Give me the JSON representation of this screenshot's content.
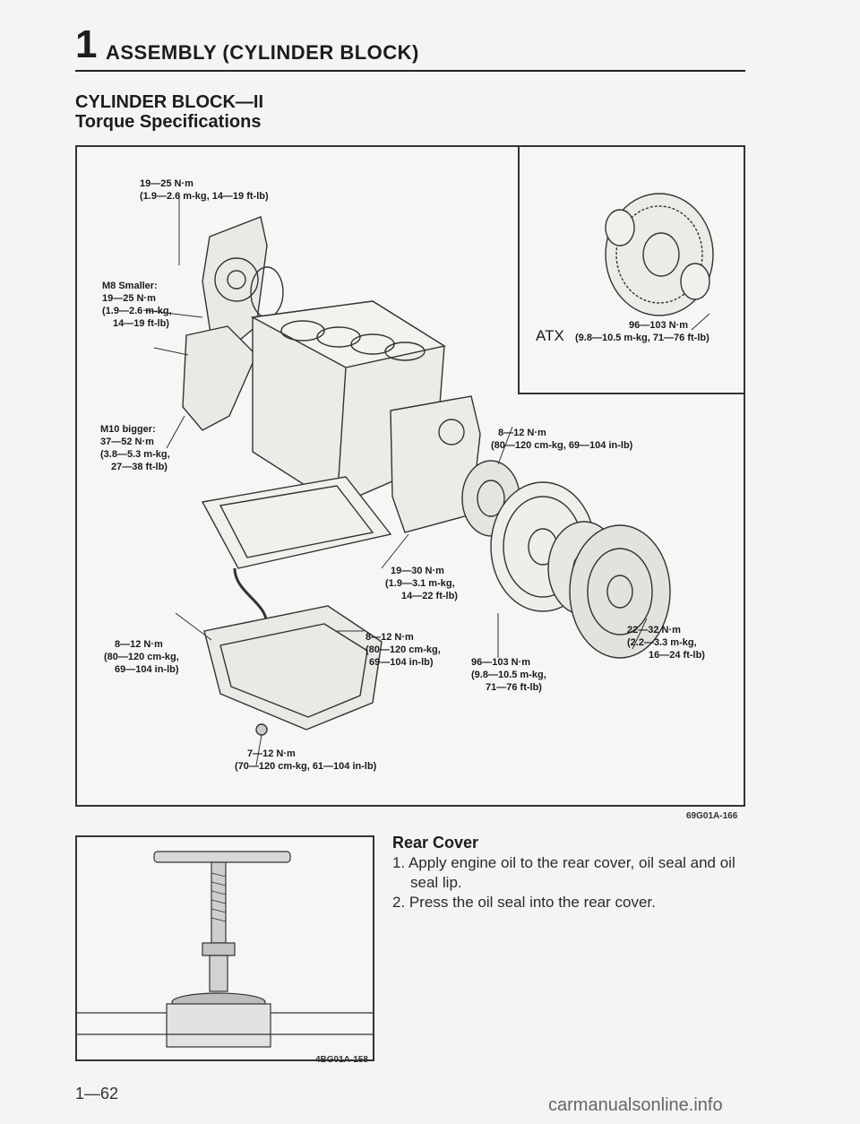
{
  "header": {
    "number": "1",
    "title": "ASSEMBLY (CYLINDER BLOCK)"
  },
  "section": {
    "title": "CYLINDER BLOCK—II",
    "subtitle": "Torque Specifications"
  },
  "diagram": {
    "figure_id": "69G01A-166",
    "labels": {
      "front_cover_top": [
        "19—25 N·m",
        "(1.9—2.6 m-kg, 14—19 ft-lb)"
      ],
      "m8_smaller": [
        "M8 Smaller:",
        "19—25 N·m",
        "(1.9—2.6 m-kg,",
        "14—19 ft-lb)"
      ],
      "m10_bigger": [
        "M10 bigger:",
        "37—52 N·m",
        "(3.8—5.3 m-kg,",
        "27—38 ft-lb)"
      ],
      "atx_flywheel": [
        "96—103 N·m",
        "(9.8—10.5 m-kg, 71—76 ft-lb)"
      ],
      "atx_label": "ATX",
      "rear_cover": [
        "8—12 N·m",
        "(80—120 cm-kg, 69—104 in-lb)"
      ],
      "oil_strainer": [
        "19—30 N·m",
        "(1.9—3.1 m-kg,",
        "14—22 ft-lb)"
      ],
      "oil_pan_left": [
        "8—12 N·m",
        "(80—120 cm-kg,",
        "69—104 in-lb)"
      ],
      "oil_pan_right": [
        "8—12 N·m",
        "(80—120 cm-kg,",
        "69—104 in-lb)"
      ],
      "flywheel_mt": [
        "96—103 N·m",
        "(9.8—10.5 m-kg,",
        "71—76 ft-lb)"
      ],
      "clutch_cover": [
        "22—32 N·m",
        "(2.2—3.3 m-kg,",
        "16—24 ft-lb)"
      ],
      "drain_plug": [
        "7—12 N·m",
        "(70—120 cm-kg, 61—104 in-lb)"
      ]
    }
  },
  "photo": {
    "figure_id": "4BG01A-158"
  },
  "rear_cover": {
    "title": "Rear Cover",
    "steps": [
      "1. Apply engine oil to the rear cover, oil seal and oil",
      "seal lip.",
      "2. Press the oil seal into the rear cover."
    ]
  },
  "footer": {
    "page_number": "1—62",
    "watermark": "carmanualsonline.info"
  }
}
